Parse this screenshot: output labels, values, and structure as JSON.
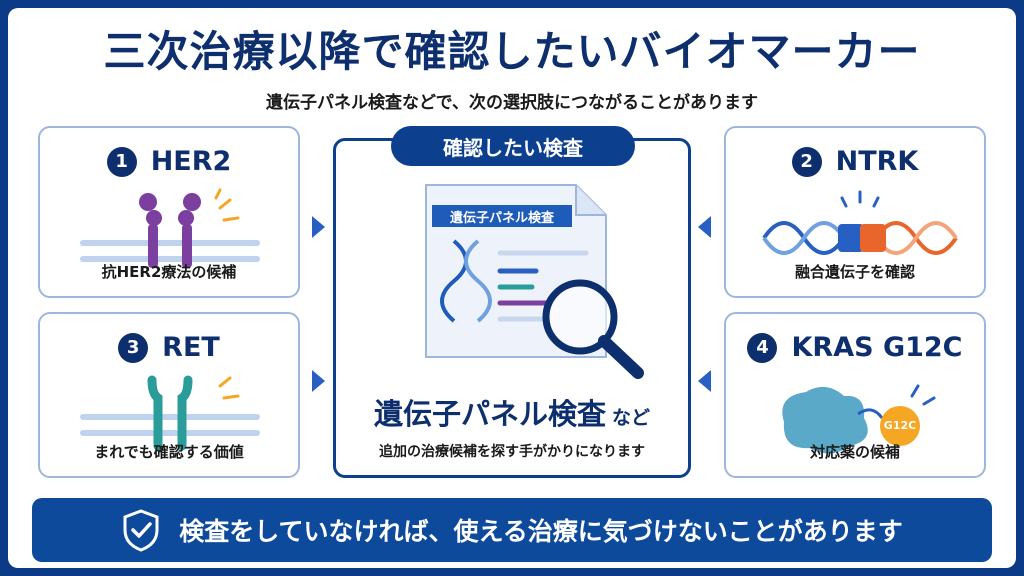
{
  "title": "三次治療以降で確認したいバイオマーカー",
  "subtitle": "遺伝子パネル検査などで、次の選択肢につながることがあります",
  "cards": [
    {
      "number": "1",
      "name": "HER2",
      "caption": "抗HER2療法の候補"
    },
    {
      "number": "2",
      "name": "NTRK",
      "caption": "融合遺伝子を確認"
    },
    {
      "number": "3",
      "name": "RET",
      "caption": "まれでも確認する価値"
    },
    {
      "number": "4",
      "name": "KRAS G12C",
      "caption": "対応薬の候補",
      "badge": "G12C"
    }
  ],
  "center": {
    "tab_label": "確認したい検査",
    "doc_label": "遺伝子パネル検査",
    "main_label": "遺伝子パネル検査",
    "main_suffix": "など",
    "caption": "追加の治療候補を探す手がかりになります"
  },
  "banner": {
    "text": "検査をしていなければ、使える治療に気づけないことがあります"
  },
  "colors": {
    "navy": "#0d2f6e",
    "accent": "#2760c2",
    "card_border": "#9db6dc",
    "banner": "#0d4a9c",
    "purple": "#7b3fa0",
    "teal": "#2a9d9a",
    "orange": "#f5a623"
  }
}
